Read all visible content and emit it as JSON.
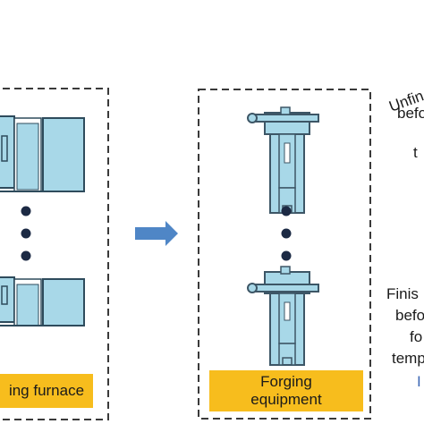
{
  "left_panel": {
    "label": "ing furnace"
  },
  "right_panel": {
    "label_line1": "Forging",
    "label_line2": "equipment"
  },
  "right_text_top": [
    "Unfin",
    "befo",
    "t"
  ],
  "right_text_bottom": [
    "Finis",
    "befo",
    "fo",
    "temp",
    "I"
  ],
  "colors": {
    "panel_border": "#3a3a3a",
    "furnace_fill": "#a8d8e8",
    "furnace_stroke": "#2e4b5c",
    "dot": "#1c2a44",
    "arrow": "#4f86c6",
    "label_bg": "#f7bd1d",
    "press_fill": "#a8d8e8",
    "press_stroke": "#3d5666"
  },
  "icons": [
    "furnace-icon",
    "forging-press-icon",
    "right-arrow-icon"
  ]
}
